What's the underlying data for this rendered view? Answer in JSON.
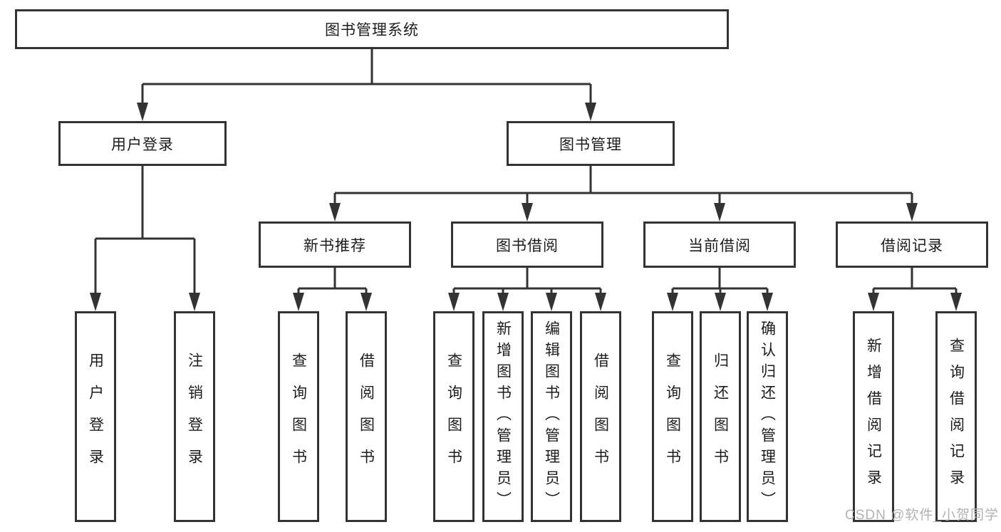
{
  "diagram": {
    "root": {
      "label": "图书管理系统"
    },
    "branches": [
      {
        "label": "用户登录",
        "children": [
          {
            "label": "用户登录"
          },
          {
            "label": "注销登录"
          }
        ]
      },
      {
        "label": "图书管理",
        "children": [
          {
            "label": "新书推荐",
            "children": [
              {
                "label": "查询图书"
              },
              {
                "label": "借阅图书"
              }
            ]
          },
          {
            "label": "图书借阅",
            "children": [
              {
                "label": "查询图书"
              },
              {
                "label": "新增图书（管理员）"
              },
              {
                "label": "编辑图书（管理员）"
              },
              {
                "label": "借阅图书"
              }
            ]
          },
          {
            "label": "当前借阅",
            "children": [
              {
                "label": "查询图书"
              },
              {
                "label": "归还图书"
              },
              {
                "label": "确认归还（管理员）"
              }
            ]
          },
          {
            "label": "借阅记录",
            "children": [
              {
                "label": "新增借阅记录"
              },
              {
                "label": "查询借阅记录"
              }
            ]
          }
        ]
      }
    ]
  },
  "watermark": "CSDN @软件_小贺同学",
  "colors": {
    "line": "#333333",
    "text": "#1c1c1c",
    "watermark": "#b2b2b2",
    "background": "#ffffff"
  }
}
